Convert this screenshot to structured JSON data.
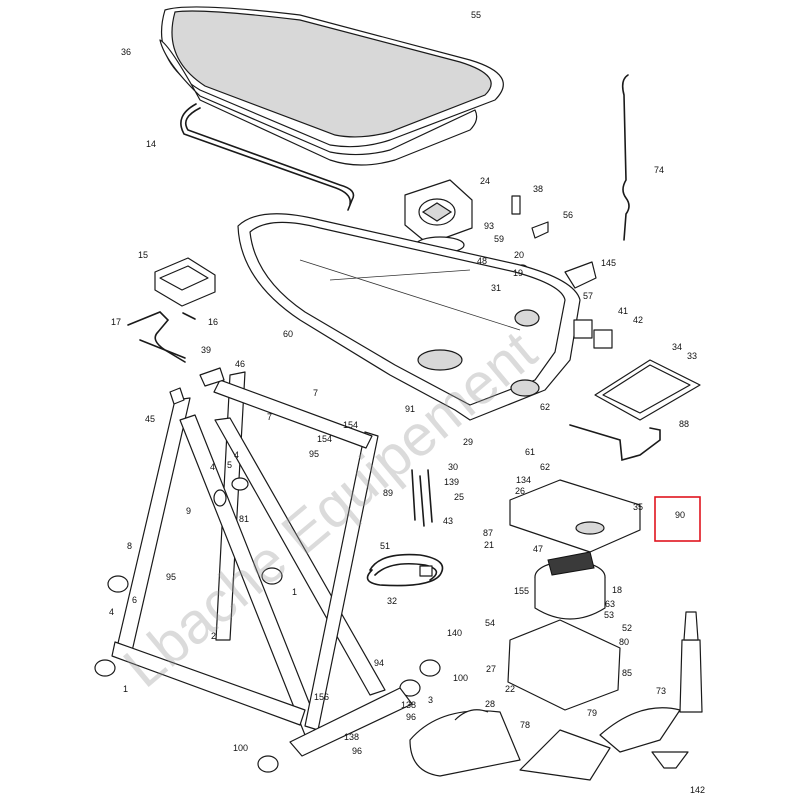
{
  "watermark": "Lbache Equipement",
  "highlight_color": "#e0141e",
  "callouts": [
    "55",
    "36",
    "14",
    "24",
    "38",
    "56",
    "74",
    "93",
    "59",
    "48",
    "20",
    "19",
    "145",
    "15",
    "31",
    "57",
    "16",
    "17",
    "41",
    "42",
    "60",
    "39",
    "34",
    "33",
    "46",
    "45",
    "91",
    "62",
    "88",
    "7",
    "154",
    "7",
    "154",
    "4",
    "5",
    "29",
    "61",
    "95",
    "4",
    "30",
    "139",
    "134",
    "62",
    "89",
    "25",
    "26",
    "35",
    "90",
    "81",
    "9",
    "43",
    "87",
    "21",
    "47",
    "8",
    "51",
    "4",
    "6",
    "95",
    "1",
    "18",
    "155",
    "32",
    "63",
    "53",
    "52",
    "140",
    "54",
    "2",
    "80",
    "27",
    "100",
    "85",
    "94",
    "22",
    "1",
    "73",
    "3",
    "138",
    "96",
    "28",
    "156",
    "79",
    "78",
    "138",
    "96",
    "100",
    "142"
  ]
}
